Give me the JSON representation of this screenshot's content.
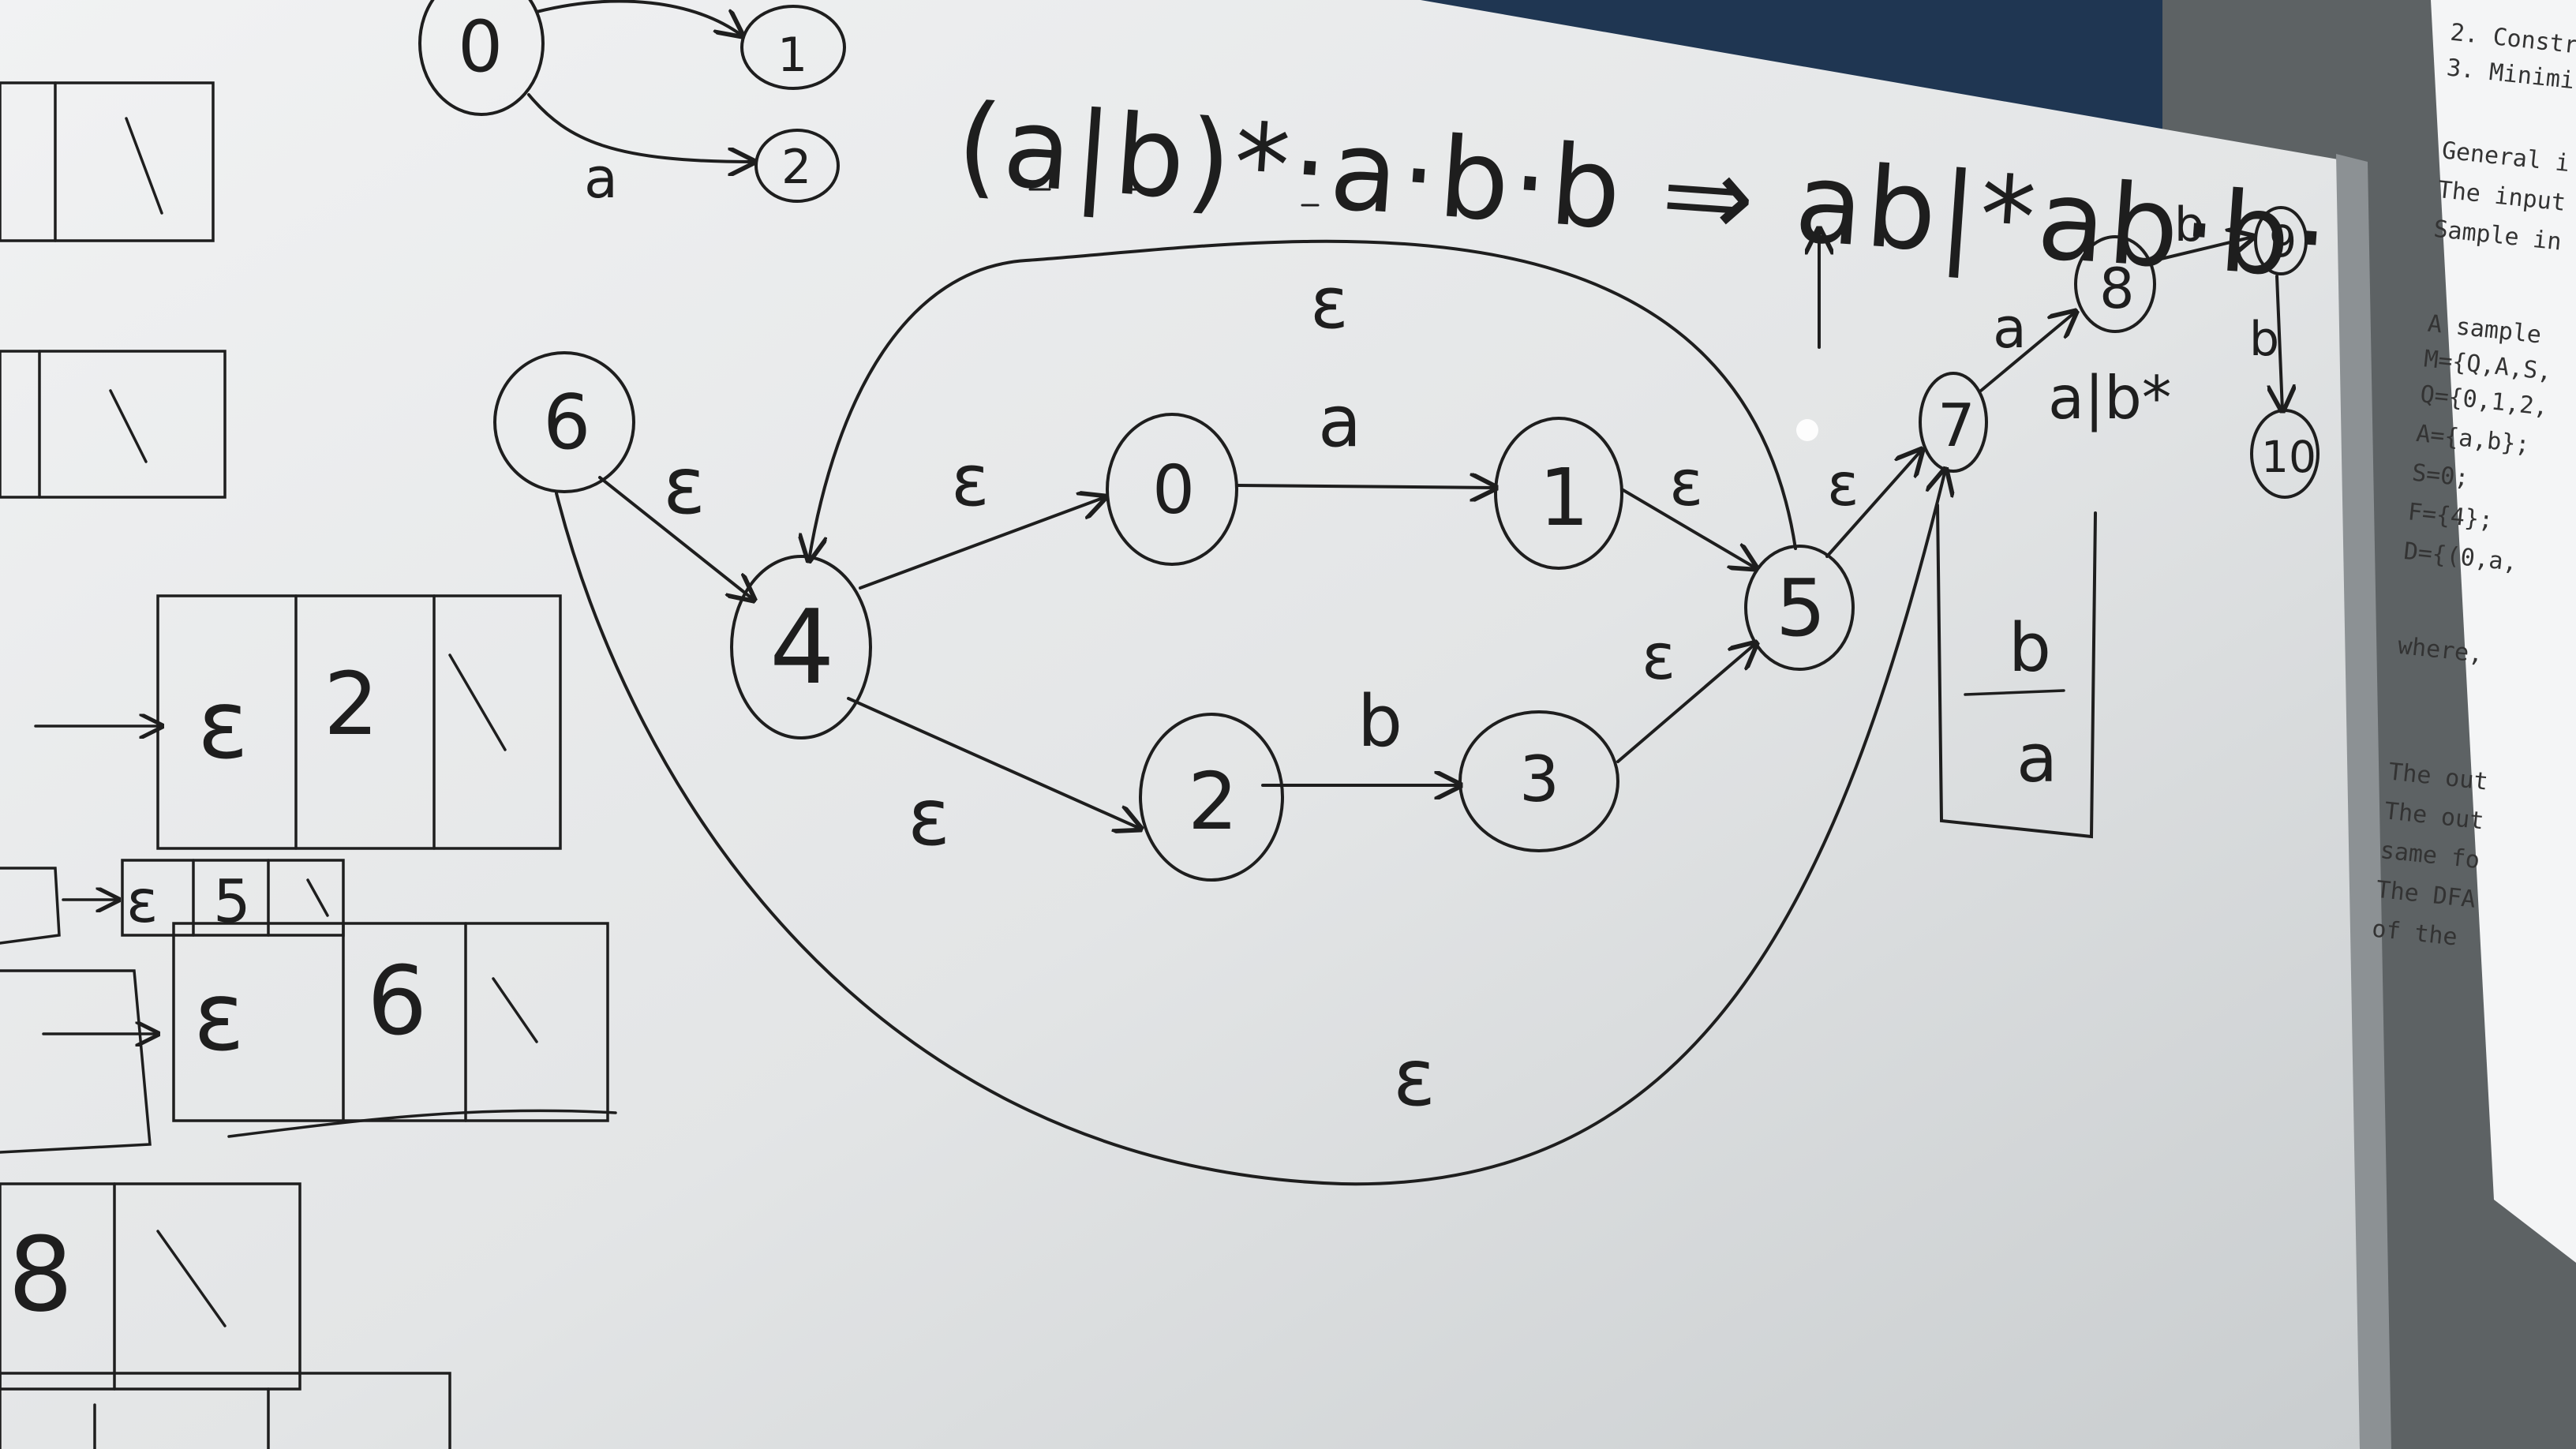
{
  "scene": {
    "regex": "(a|b)*·a·b·b ⇒ ab|*ab·b·",
    "nfa": {
      "states": [
        "6",
        "4",
        "0",
        "1",
        "2",
        "3",
        "5",
        "7",
        "8",
        "9",
        "10"
      ],
      "transitions": [
        {
          "from": "6",
          "to": "4",
          "label": "ε"
        },
        {
          "from": "4",
          "to": "0",
          "label": "ε"
        },
        {
          "from": "4",
          "to": "2",
          "label": "ε"
        },
        {
          "from": "0",
          "to": "1",
          "label": "a"
        },
        {
          "from": "2",
          "to": "3",
          "label": "b"
        },
        {
          "from": "1",
          "to": "5",
          "label": "ε"
        },
        {
          "from": "3",
          "to": "5",
          "label": "ε"
        },
        {
          "from": "5",
          "to": "4",
          "label": "ε"
        },
        {
          "from": "6",
          "to": "7",
          "label": "ε"
        },
        {
          "from": "5",
          "to": "7",
          "label": "ε"
        },
        {
          "from": "7",
          "to": "8",
          "label": "a"
        },
        {
          "from": "8",
          "to": "9",
          "label": "b"
        },
        {
          "from": "9",
          "to": "10",
          "label": "b"
        }
      ]
    },
    "top_example": {
      "states": [
        "0",
        "1",
        "2"
      ],
      "edge_label": "a"
    },
    "side_note": "a|b*",
    "stack_box": {
      "top": "b",
      "bottom": "a"
    },
    "left_tables": [
      [
        "",
        "\\"
      ],
      [
        "",
        "\\"
      ],
      [
        "ε",
        "2",
        "\\"
      ],
      [
        "ε",
        "5",
        "\\"
      ],
      [
        "ε",
        "6",
        "\\"
      ],
      [
        "8",
        "\\"
      ]
    ],
    "projector_lines": [
      "2. Constr",
      "3. Minimi",
      "General i",
      "The input",
      "Sample in",
      "A sample",
      "M={Q,A,S,",
      "Q={0,1,2,",
      "A={a,b};",
      "S=0;",
      "F={4};",
      "D={(0,a,",
      "where, ",
      "The out",
      "The out",
      "same fo",
      "The DFA",
      "of the"
    ]
  }
}
